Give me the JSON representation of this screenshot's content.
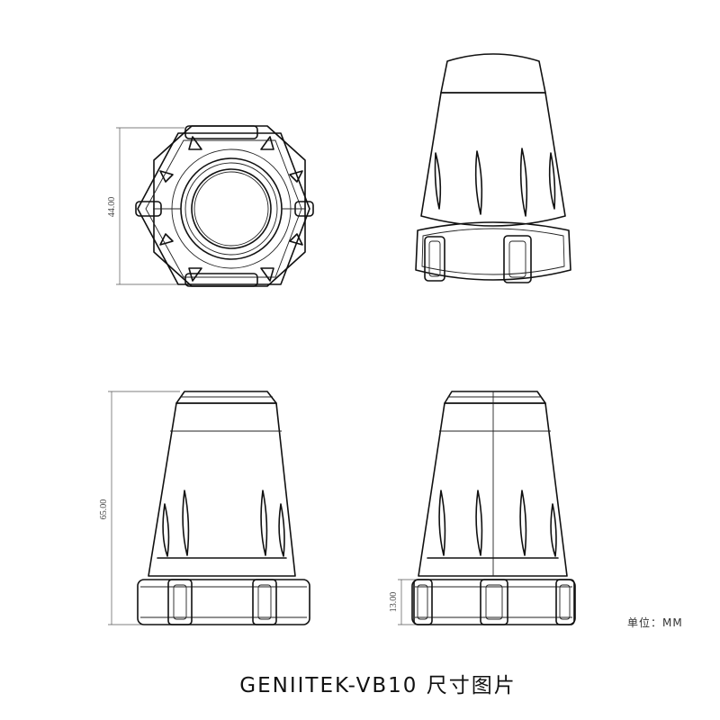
{
  "dimensions": {
    "top_width": "44.00",
    "height": "65.00",
    "band_height": "13.00"
  },
  "unit_label": "单位：MM",
  "caption": "GENIITEK-VB10 尺寸图片"
}
